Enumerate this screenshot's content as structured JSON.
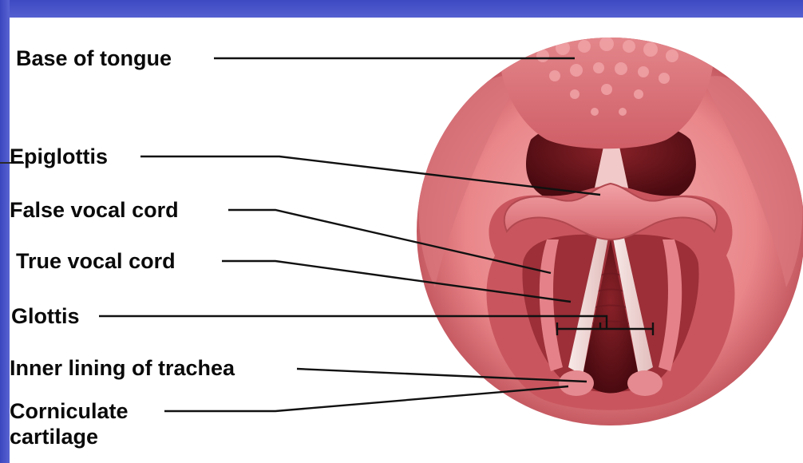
{
  "labels": {
    "base_of_tongue": "Base of tongue",
    "epiglottis": "Epiglottis",
    "false_vocal_cord": "False vocal cord",
    "true_vocal_cord": "True vocal cord",
    "glottis": "Glottis",
    "inner_lining": "Inner lining of trachea",
    "corniculate_1": "Corniculate",
    "corniculate_2": "cartilage"
  },
  "colors": {
    "background_frame": "#4a55c8",
    "panel": "#ffffff",
    "tissue": "#e9868a",
    "tissue_dark": "#b0454c",
    "airway": "#5a1016",
    "cords": "#f4e4e2"
  }
}
